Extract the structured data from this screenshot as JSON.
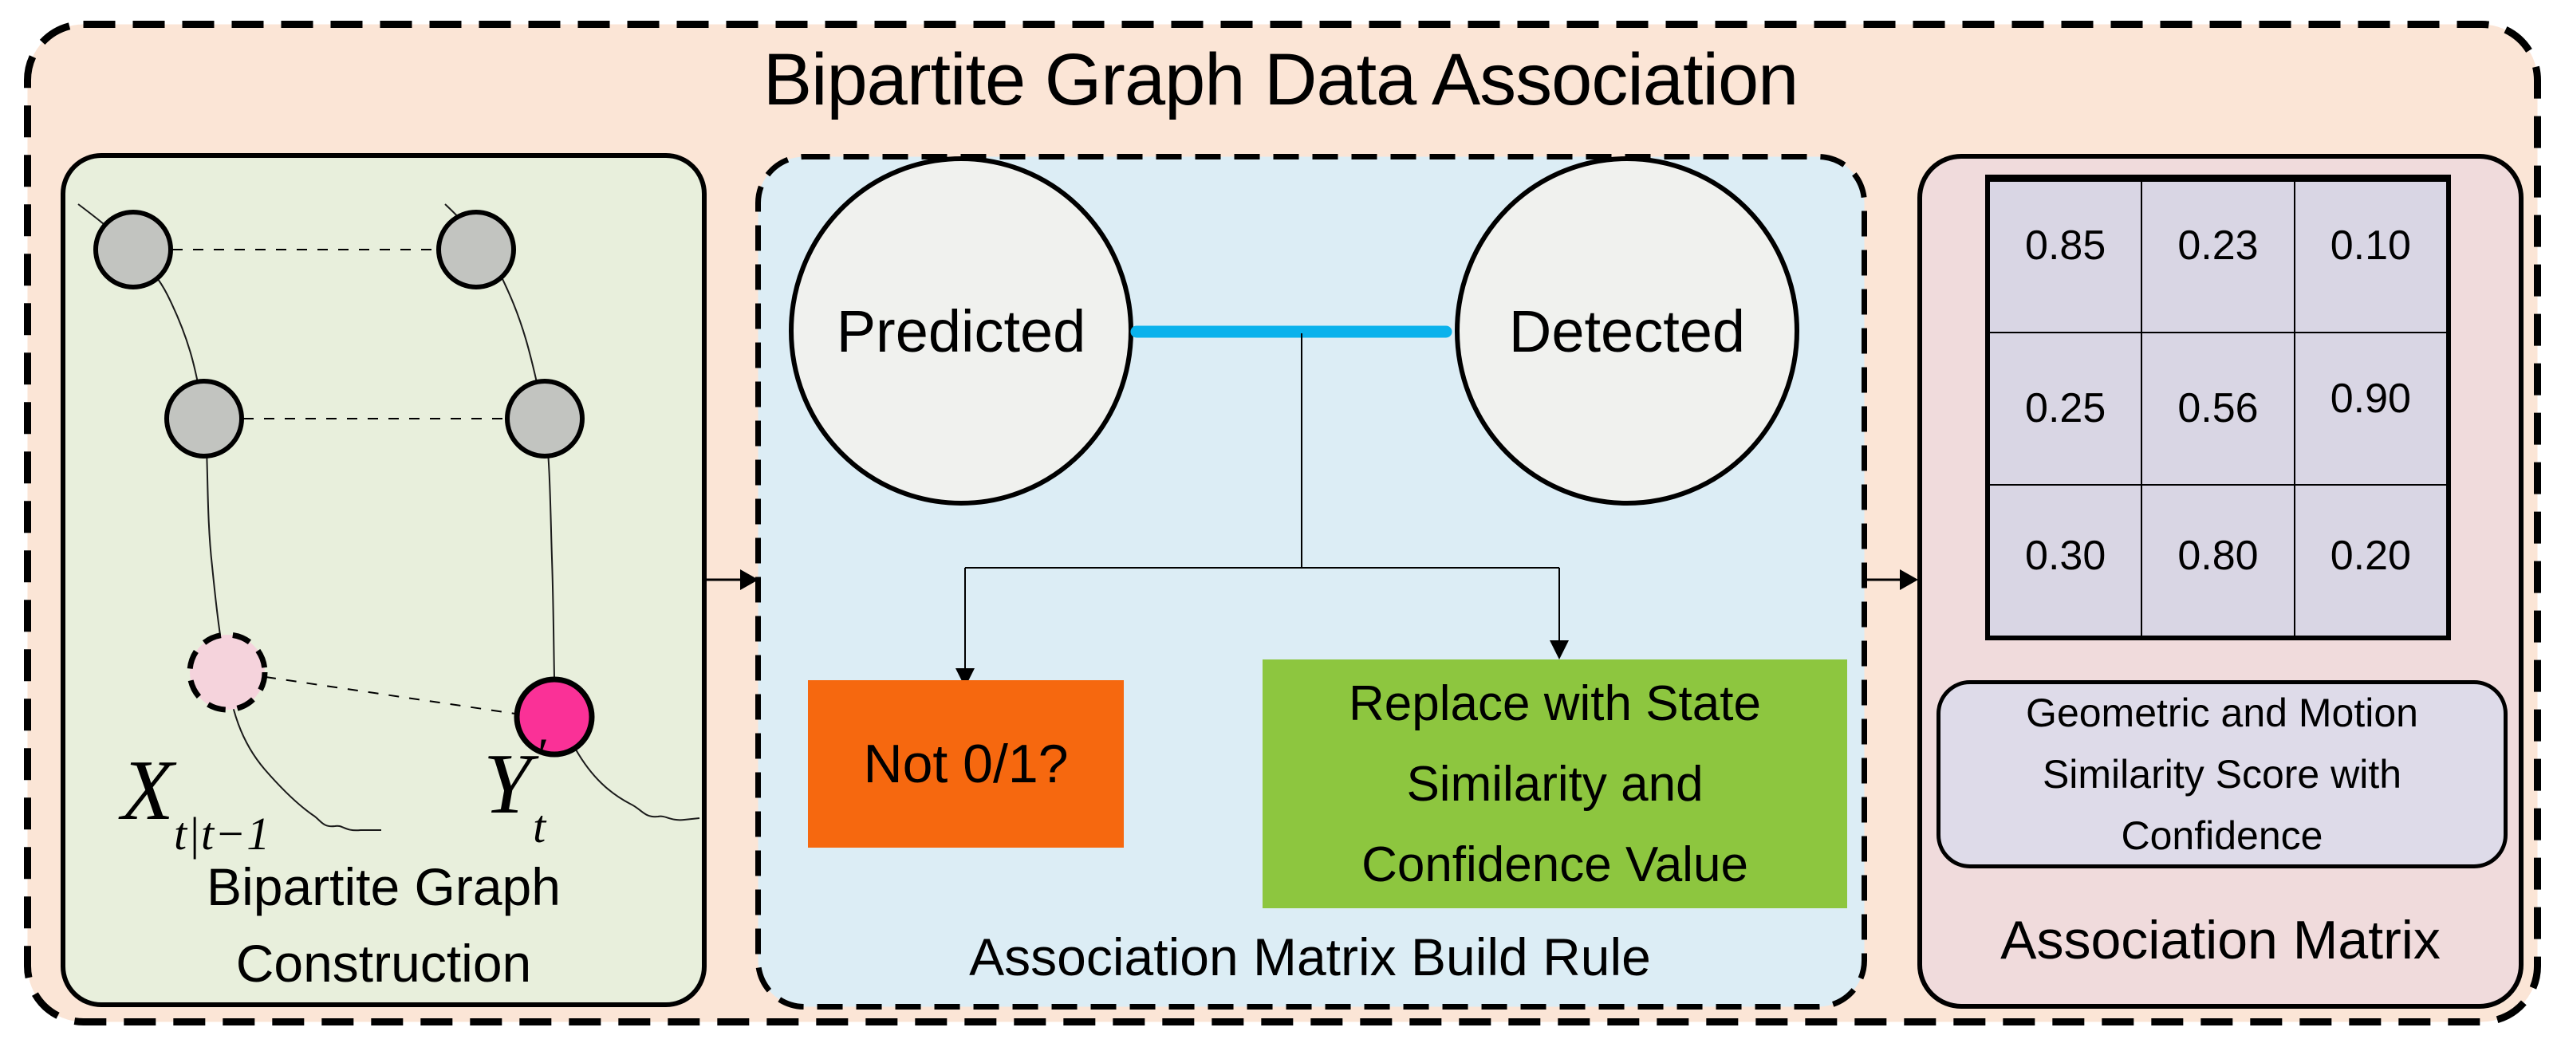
{
  "title": "Bipartite Graph Data Association",
  "left_panel": {
    "caption_line1": "Bipartite Graph",
    "caption_line2": "Construction",
    "x_label": {
      "base": "X",
      "sub": "t|t−1"
    },
    "y_label": {
      "base": "Y",
      "sub": "t",
      "prime": "′"
    }
  },
  "middle_panel": {
    "predicted_node": "Predicted",
    "detected_node": "Detected",
    "orange_box": "Not 0/1?",
    "green_box_lines": [
      "Replace with State",
      "Similarity and",
      "Confidence Value"
    ],
    "caption": "Association Matrix Build Rule"
  },
  "right_panel": {
    "matrix": [
      [
        "0.85",
        "0.23",
        "0.10"
      ],
      [
        "0.25",
        "0.56",
        "0.90"
      ],
      [
        "0.30",
        "0.80",
        "0.20"
      ]
    ],
    "info_box_lines": [
      "Geometric and Motion",
      "Similarity Score with",
      "Confidence"
    ],
    "caption": "Association Matrix"
  },
  "colors": {
    "outer_background": "#fbe5d6",
    "left_panel_background": "#e8efdc",
    "middle_panel_background": "#dcedf5",
    "right_panel_background": "#f0dbdc",
    "gray_node": "#c2c4c0",
    "faded_pink_node": "#f5d3dc",
    "magenta_node": "#fa3197",
    "set_circle_fill": "#f0f1ee",
    "edge_highlight_blue": "#0ab2ec",
    "orange_box": "#f6680f",
    "green_box": "#8dc63f",
    "matrix_cell": "#d9d6e4",
    "info_box": "#dedbe9"
  }
}
